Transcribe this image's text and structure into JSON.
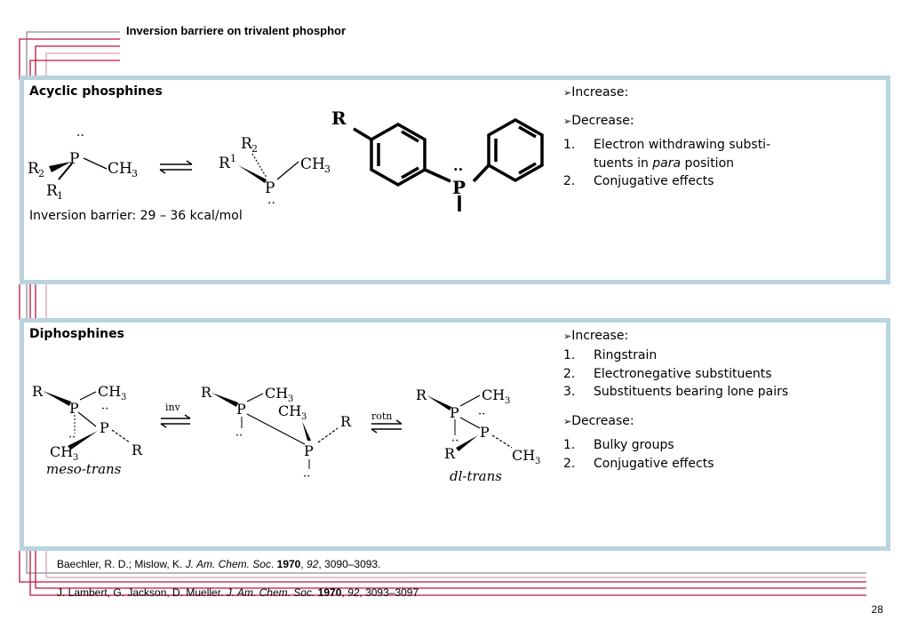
{
  "slide": {
    "title": "Inversion barriere on trivalent phosphor",
    "page_number": "28"
  },
  "box1": {
    "heading": "Acyclic phosphines",
    "barrier_text": "Inversion barrier: 29 – 36 kcal/mol",
    "increase_label": "Increase:",
    "decrease_label": "Decrease:",
    "decrease_items": [
      {
        "num": "1.",
        "line1": "Electron withdrawing substi-",
        "line2_pre": "tuents in ",
        "line2_em": "para",
        "line2_post": " position"
      },
      {
        "num": "2.",
        "text": "Conjugative  effects"
      }
    ]
  },
  "box2": {
    "heading": "Diphosphines",
    "increase_label": "Increase:",
    "increase_items": [
      {
        "num": "1.",
        "text": "Ringstrain"
      },
      {
        "num": "2.",
        "text": "Electronegative substituents"
      },
      {
        "num": "3.",
        "text": "Substituents bearing lone pairs"
      }
    ],
    "decrease_label": "Decrease:",
    "decrease_items": [
      {
        "num": "1.",
        "text": "Bulky groups"
      },
      {
        "num": "2.",
        "text": "Conjugative  effects"
      }
    ]
  },
  "structures": {
    "acyclic_left": {
      "P": "P",
      "R2": "R",
      "R2_sub": "2",
      "R1": "R",
      "R1_sub": "1",
      "CH3": "CH",
      "CH3_sub": "3"
    },
    "acyclic_right": {
      "P": "P",
      "R2": "R",
      "R2_sub": "2",
      "R1": "R",
      "R1_sup": "1",
      "CH3": "CH",
      "CH3_sub": "3"
    },
    "aryl": {
      "R": "R",
      "P": "P"
    },
    "meso": {
      "R": "R",
      "P": "P",
      "CH": "CH",
      "sub": "3",
      "caption": "meso-trans"
    },
    "open": {
      "R": "R",
      "P": "P",
      "CH": "CH",
      "sub": "3"
    },
    "dl": {
      "R": "R",
      "P": "P",
      "CH": "CH",
      "sub": "3",
      "caption": "dl-trans"
    },
    "arrow1_label": "inv",
    "arrow2_label": "rotn"
  },
  "references": [
    {
      "authors": "Baechler, R. D.; Mislow, K. ",
      "journal": "J. Am. Chem. Soc",
      "sep": ". ",
      "year": "1970",
      "c1": ", ",
      "vol": "92",
      "pages": ", 3090–3093."
    },
    {
      "authors": "J. Lambert, G. Jackson, D. Mueller. ",
      "journal": "J. Am. Chem. Soc.",
      "sep": " ",
      "year": "1970",
      "c1": ", ",
      "vol": "92",
      "pages": ", 3093–3097"
    }
  ],
  "colors": {
    "frame_blue": "#b9d3df",
    "line_red": "#c0143c",
    "line_gray": "#8c8c9c",
    "line_pink": "#d8a0b4"
  }
}
